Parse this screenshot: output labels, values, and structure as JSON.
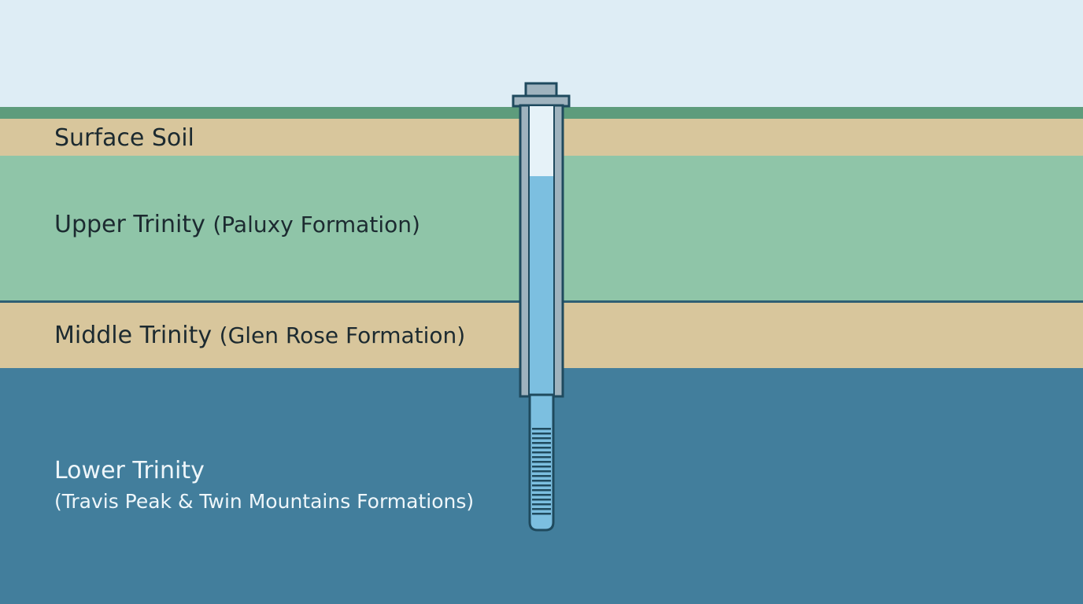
{
  "layers": {
    "surface_soil": {
      "label": "Surface Soil"
    },
    "upper_trinity": {
      "name": "Upper Trinity",
      "formation": "(Paluxy Formation)"
    },
    "middle_trinity": {
      "name": "Middle Trinity",
      "formation": "(Glen Rose Formation)"
    },
    "lower_trinity": {
      "name": "Lower Trinity",
      "formation": "(Travis Peak & Twin Mountains Formations)"
    }
  },
  "colors": {
    "sky": "#deedf5",
    "grass": "#5e9c7c",
    "soil": "#d8c69c",
    "upper": "#8fc5a8",
    "lower": "#427e9c",
    "water": "#7cbfe0",
    "casing": "#9fb3be",
    "outline": "#1f4a5e"
  }
}
